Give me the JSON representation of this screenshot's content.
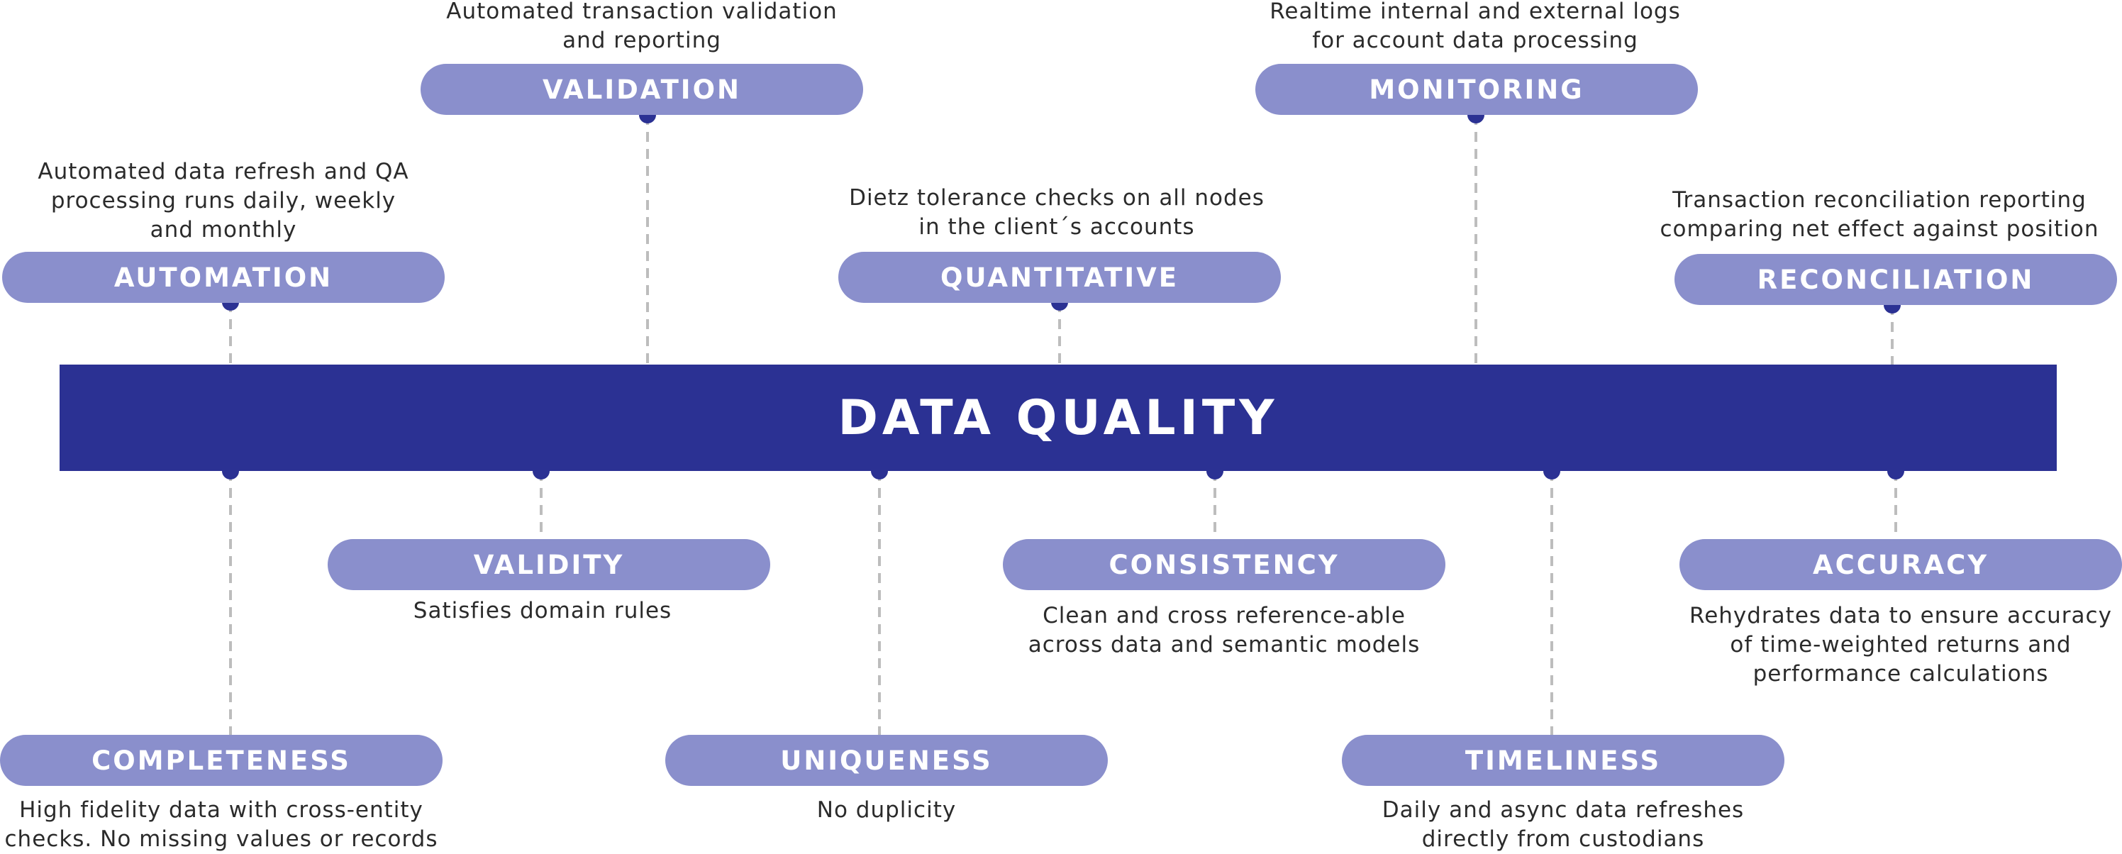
{
  "title": "DATA QUALITY",
  "colors": {
    "band": "#2b3193",
    "pill": "#8a8fcc",
    "connector": "#bdbdbd",
    "dot": "#2b3193",
    "text": "#2b2b2b"
  },
  "top_items": [
    {
      "label": "AUTOMATION",
      "description": "Automated data refresh and QA\nprocessing runs daily, weekly\nand monthly"
    },
    {
      "label": "VALIDATION",
      "description": "Automated transaction validation\nand reporting"
    },
    {
      "label": "QUANTITATIVE",
      "description": "Dietz tolerance checks on all nodes\nin the client´s accounts"
    },
    {
      "label": "MONITORING",
      "description": "Realtime internal and external logs\nfor account data processing"
    },
    {
      "label": "RECONCILIATION",
      "description": "Transaction reconciliation reporting\ncomparing net effect against position"
    }
  ],
  "bottom_items": [
    {
      "label": "COMPLETENESS",
      "description": "High fidelity data with cross-entity\nchecks. No missing values or records"
    },
    {
      "label": "VALIDITY",
      "description": "Satisfies domain rules"
    },
    {
      "label": "UNIQUENESS",
      "description": "No duplicity"
    },
    {
      "label": "CONSISTENCY",
      "description": "Clean and cross reference-able\nacross data and semantic models"
    },
    {
      "label": "TIMELINESS",
      "description": "Daily and async data refreshes\ndirectly from custodians"
    },
    {
      "label": "ACCURACY",
      "description": "Rehydrates data to ensure accuracy\nof time-weighted returns and\nperformance calculations"
    }
  ]
}
